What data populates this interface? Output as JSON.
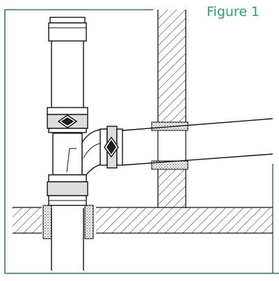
{
  "figure": {
    "label": "Figure 1"
  },
  "colors": {
    "frame": "#2e7d4f",
    "label": "#2aa66b",
    "line": "#111111",
    "hatch": "#333333"
  },
  "parts": {
    "wall": "wall",
    "floor": "floor",
    "vertical_pipe": "vertical-pipe",
    "branch_pipe": "branch-pipe",
    "tee_fitting": "tee-fitting",
    "clamp": "pipe-clamp",
    "fire_collar": "fire-collar"
  }
}
